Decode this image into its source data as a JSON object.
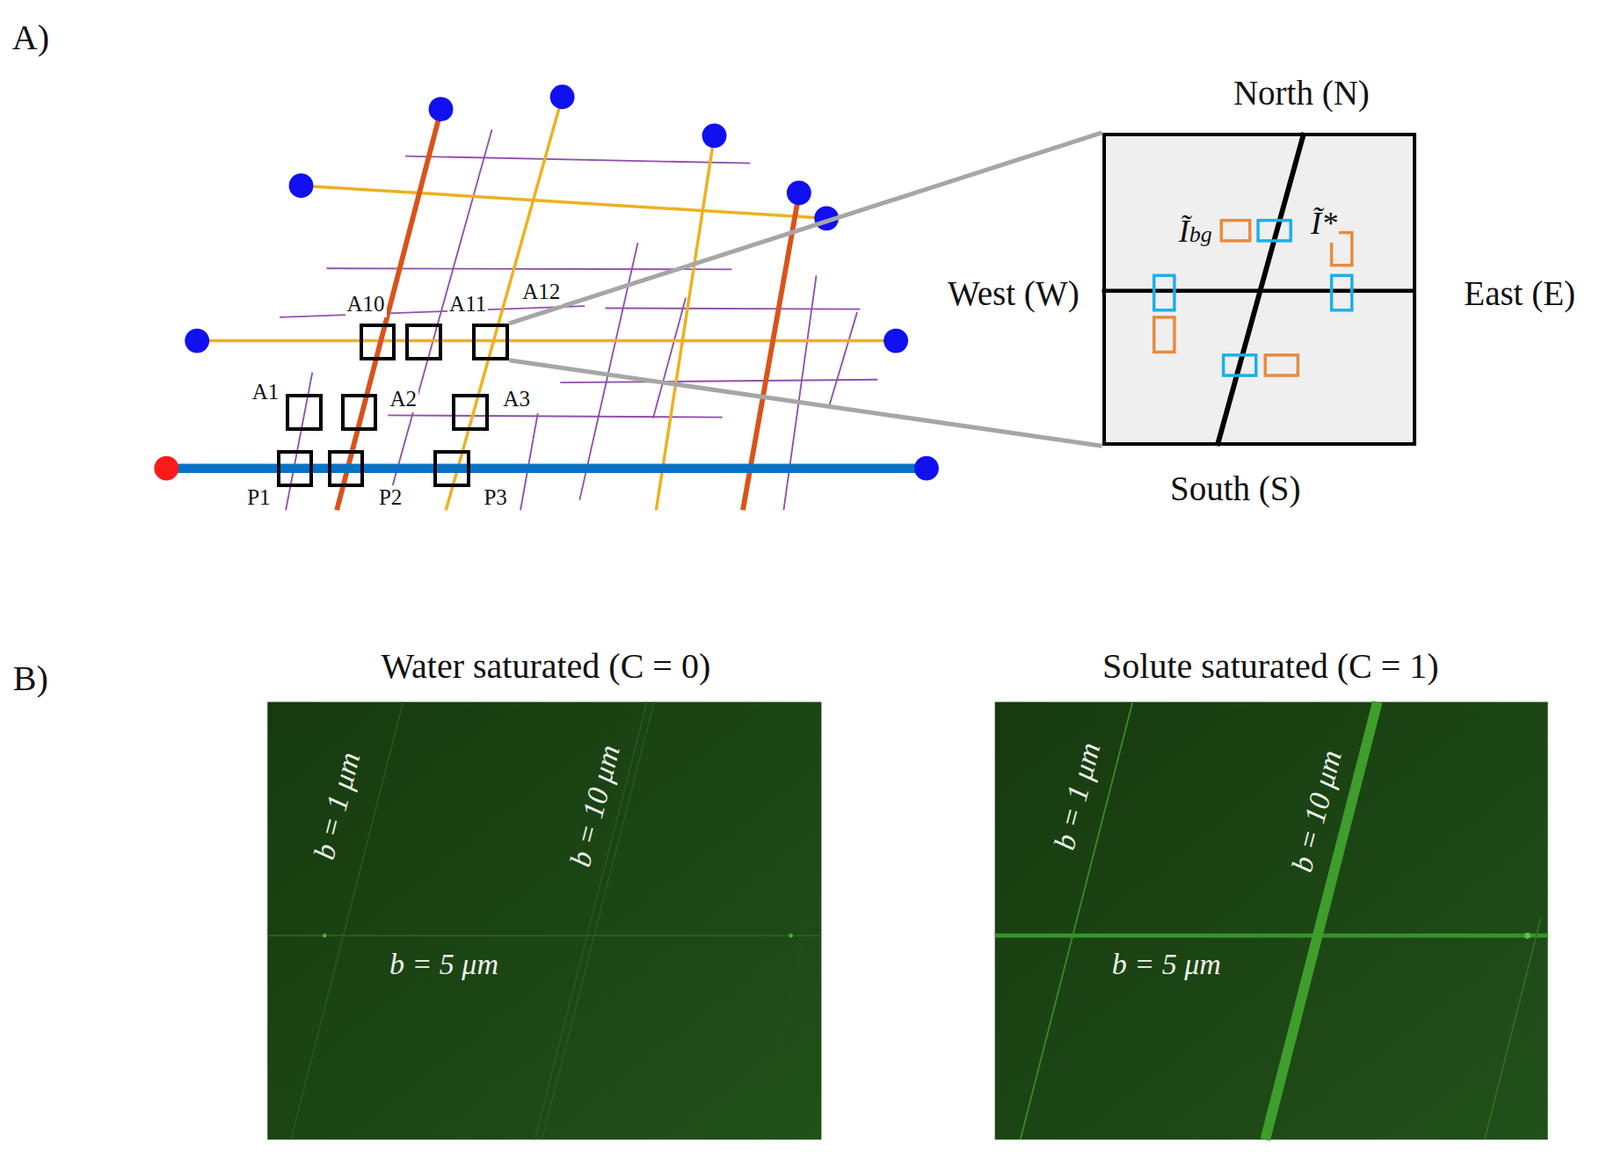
{
  "diagram": {
    "nodes": [
      {
        "text": [
          "A10"
        ]
      },
      {
        "text": [
          "A11"
        ]
      },
      {
        "text": [
          "A12"
        ]
      },
      {
        "text": [
          "A1"
        ]
      },
      {
        "text": [
          "A2"
        ]
      },
      {
        "text": [
          "A3"
        ]
      },
      {
        "text": [
          "P1"
        ]
      },
      {
        "text": [
          "P2"
        ]
      },
      {
        "text": [
          "P3"
        ]
      },
      {
        "text": [
          "North (N)",
          "West (W)",
          "East (E)",
          "South (S)",
          "Ĩbg",
          "Ĩ*"
        ]
      },
      {
        "text": [
          "Water saturated (C = 0)",
          "b = 1 μm",
          "b = 10 μm",
          "b = 5 μm"
        ]
      },
      {
        "text": [
          "Solute saturated (C = 1)",
          "b = 1 μm",
          "b = 10 μm",
          "b = 5 μm"
        ]
      }
    ],
    "edges": [
      {
        "from": 2,
        "to": 9,
        "arrow": "none"
      },
      {
        "from": 2,
        "to": 9,
        "arrow": "none"
      }
    ],
    "labels": [
      "A)",
      "B)"
    ]
  }
}
